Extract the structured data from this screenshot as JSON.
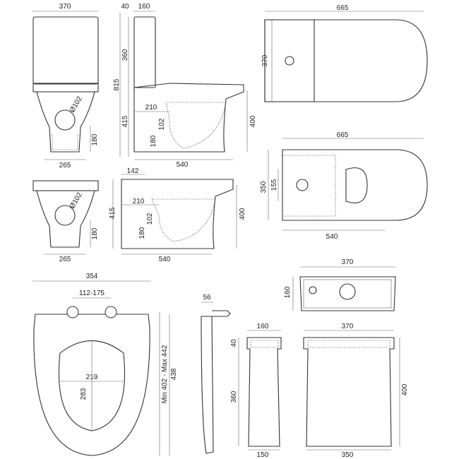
{
  "front_view": {
    "width": "370",
    "trap_height": "180",
    "base_width": "265",
    "outlet": "Ø102"
  },
  "side_view": {
    "lid": "40",
    "cistern_depth": "160",
    "cistern_height": "360",
    "total_height": "815",
    "pan_height": "415",
    "outlet_offset": "210",
    "outlet_dia": "102",
    "outlet_height": "180",
    "length": "540",
    "rim_height": "400"
  },
  "plan_top": {
    "length": "665",
    "width": "370"
  },
  "plan_underside": {
    "length": "665",
    "width": "350",
    "fixing": "155",
    "base_length": "540"
  },
  "front_view_2": {
    "outlet": "Ø102",
    "trap_height": "180",
    "base_width": "265"
  },
  "side_view_2": {
    "cistern_offset": "142",
    "pan_height": "415",
    "outlet_offset": "210",
    "outlet_dia": "102",
    "outlet_height": "180",
    "length": "540",
    "rim_height": "400"
  },
  "seat": {
    "width": "354",
    "hinge_spacing": "112-175",
    "opening_width": "219",
    "opening_length": "283",
    "fixing_range": "Min 402 - Max 442",
    "length": "438"
  },
  "seat_side": {
    "thickness": "56"
  },
  "cistern_top": {
    "width": "370",
    "depth": "160"
  },
  "cistern_side": {
    "top_depth": "160",
    "lid": "40",
    "body_height": "360",
    "base_depth": "150"
  },
  "cistern_front": {
    "top_width": "370",
    "height": "400",
    "base_width": "350"
  }
}
